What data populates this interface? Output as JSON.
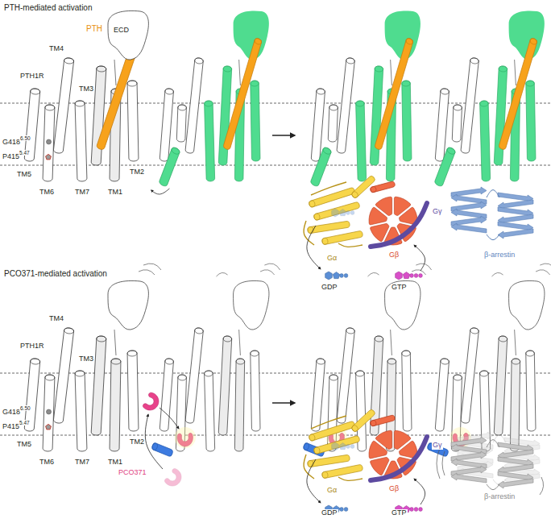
{
  "diagram": {
    "nodes": [
      {
        "text": [
          "ECD"
        ]
      }
    ],
    "labels": [
      "PTH-mediated activation",
      "PTH",
      "PTH1R",
      "TM4",
      "TM3",
      "G418",
      "6.50",
      "P415",
      "5.47",
      "TM5",
      "TM6",
      "TM7",
      "TM1",
      "TM2",
      "Gα",
      "Gβ",
      "Gγ",
      "GDP",
      "GTP",
      "β-arrestin",
      "PCO371-mediated activation",
      "PTH1R",
      "TM4",
      "TM3",
      "G418",
      "6.50",
      "P415",
      "5.47",
      "TM5",
      "TM6",
      "TM7",
      "TM1",
      "TM2",
      "PCO371",
      "Gα",
      "Gβ",
      "Gγ",
      "GDP",
      "GTP",
      "β-arrestin"
    ]
  }
}
